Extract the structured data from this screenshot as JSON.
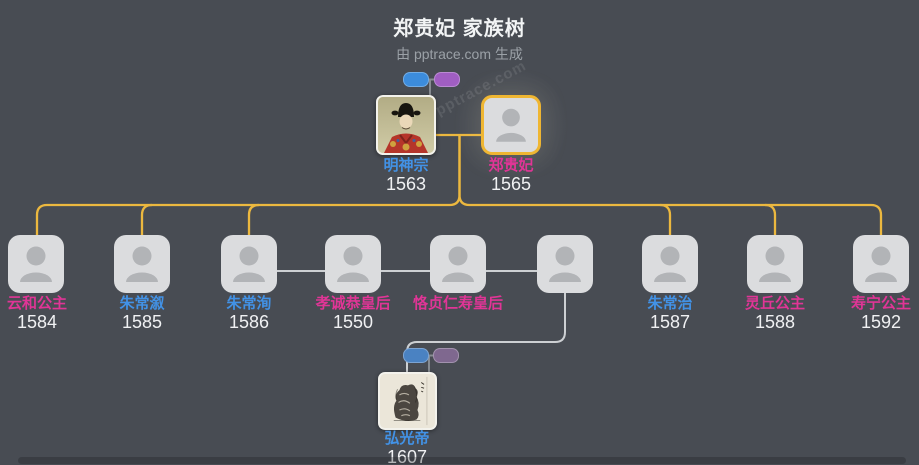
{
  "header": {
    "title": "郑贵妃 家族树",
    "subtitle": "由 pptrace.com 生成"
  },
  "watermark": {
    "text": "pptrace.com"
  },
  "parents": [
    {
      "name": "明神宗",
      "year": "1563",
      "gender": "male",
      "portrait": "painted-emperor-portrait"
    },
    {
      "name": "郑贵妃",
      "year": "1565",
      "gender": "female",
      "highlighted": true
    }
  ],
  "children": [
    {
      "name": "云和公主",
      "year": "1584",
      "gender": "female"
    },
    {
      "name": "朱常溆",
      "year": "1585",
      "gender": "male"
    },
    {
      "name": "朱常洵",
      "year": "1586",
      "gender": "male"
    },
    {
      "name": "孝诚恭皇后",
      "year": "1550",
      "gender": "female"
    },
    {
      "name": "恪贞仁寿皇后",
      "year": "",
      "gender": "female"
    },
    {
      "name": "",
      "year": "",
      "gender": ""
    },
    {
      "name": "朱常治",
      "year": "1587",
      "gender": "male"
    },
    {
      "name": "灵丘公主",
      "year": "1588",
      "gender": "female"
    },
    {
      "name": "寿宁公主",
      "year": "1592",
      "gender": "female"
    }
  ],
  "grandchild": {
    "name": "弘光帝",
    "year": "1607",
    "gender": "male",
    "portrait": "ink-sketch-portrait"
  },
  "colors": {
    "background": "#484c53",
    "male_name": "#4292e6",
    "female_name": "#e03596",
    "year_text": "#f0f1f3",
    "tree_line_yellow": "#ecb83f",
    "spouse_line_gray": "#cdd0d3",
    "highlight_border": "#efb632",
    "node_fill": "#dbdcde",
    "male_chip_blue": "#3c8cdc",
    "female_chip_purple": "#a05ec2"
  }
}
